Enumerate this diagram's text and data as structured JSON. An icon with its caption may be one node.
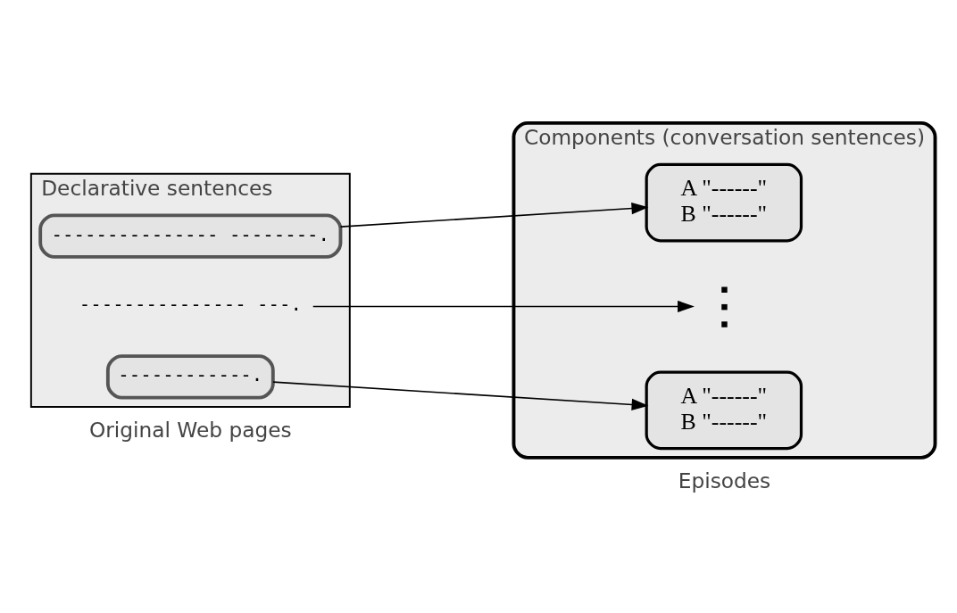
{
  "diagram": {
    "nodes": [
      {
        "text": [
          "Declarative sentences"
        ],
        "beside": [
          "Original Web pages"
        ]
      },
      {
        "text": [
          "--------------- --------."
        ],
        "in": 0
      },
      {
        "text": [
          "--------------- ---."
        ],
        "in": 0
      },
      {
        "text": [
          "------------."
        ],
        "in": 0
      },
      {
        "text": [
          "Components (conversation sentences)"
        ],
        "beside": [
          "Episodes"
        ]
      },
      {
        "text": [
          "A \"------\"",
          "B \"------\""
        ],
        "in": 4
      },
      {
        "text": [],
        "shape": "dots",
        "in": 4
      },
      {
        "text": [
          "A \"------\"",
          "B \"------\""
        ],
        "in": 4
      }
    ],
    "edges": [
      {
        "from": 1,
        "to": 5,
        "arrow": "to"
      },
      {
        "from": 2,
        "to": 6,
        "arrow": "to"
      },
      {
        "from": 3,
        "to": 7,
        "arrow": "to"
      }
    ]
  }
}
